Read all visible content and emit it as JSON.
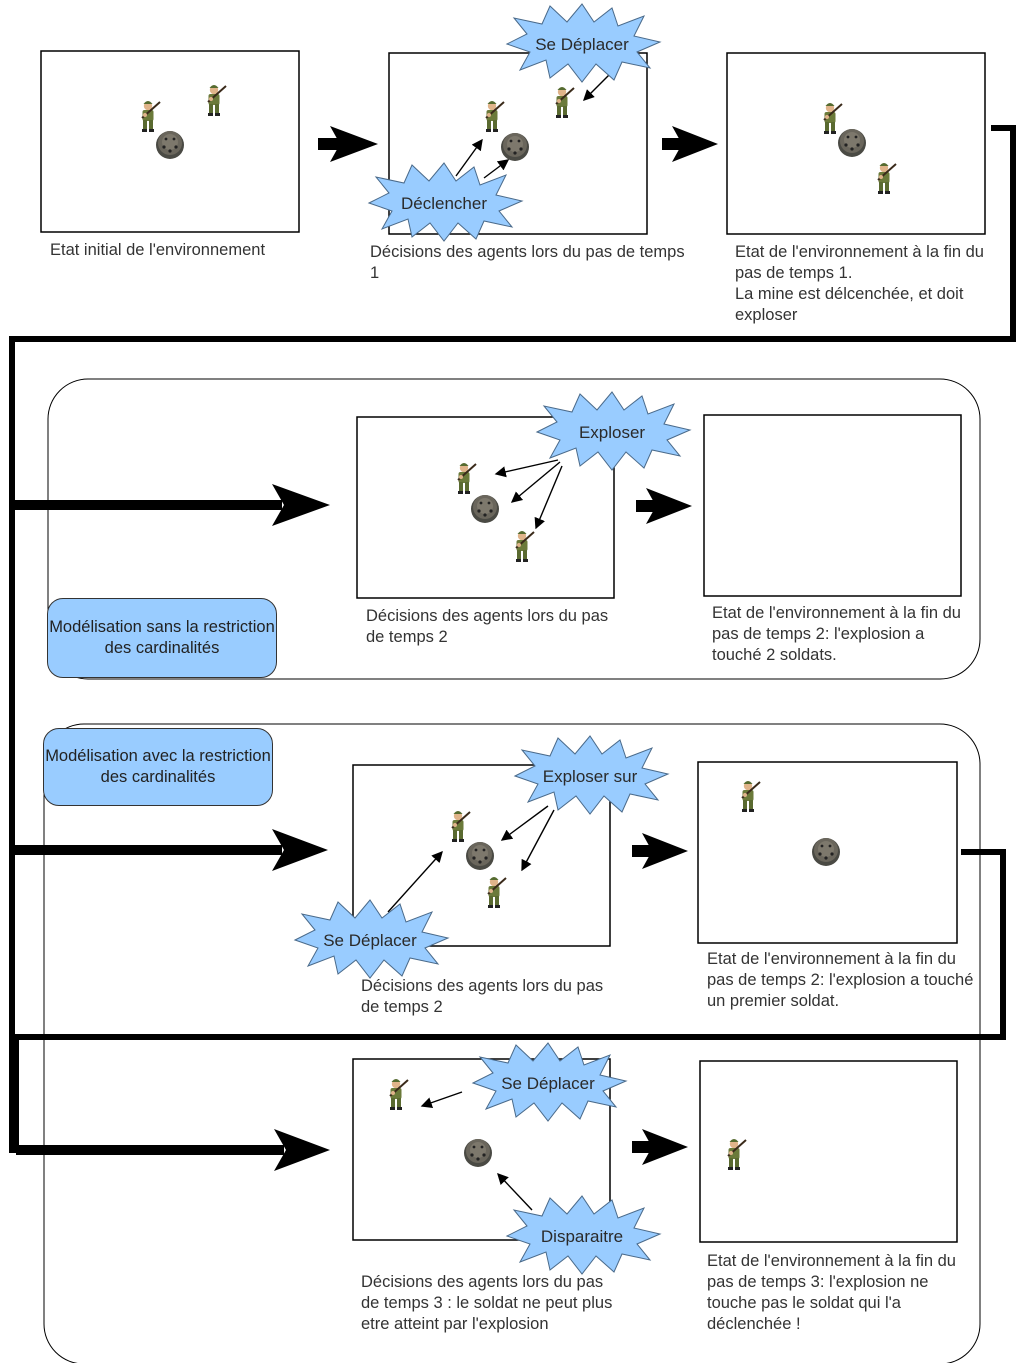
{
  "captions": {
    "step0": "Etat initial de l'environnement",
    "step1_decisions": "Décisions des agents lors du pas de temps 1",
    "step1_state": "Etat de l'environnement à la fin du pas de temps 1.\nLa mine est délcenchée, et doit exploser",
    "noconst_decisions": "Décisions des agents lors du pas de temps 2",
    "noconst_state": "Etat de l'environnement à la fin du pas de temps 2: l'explosion a touché 2 soldats.",
    "const_decisions2": "Décisions des agents lors du pas de temps 2",
    "const_state2": "Etat de l'environnement à la fin du pas de temps 2: l'explosion a touché un premier soldat.",
    "const_decisions3": "Décisions des agents lors du pas de temps 3 : le soldat ne peut plus etre atteint par l'explosion",
    "const_state3": "Etat de l'environnement à la fin du pas de temps 3: l'explosion ne touche pas le soldat qui l'a déclenchée !"
  },
  "bursts": {
    "se_deplacer_1": "Se Déplacer",
    "declencher": "Déclencher",
    "exploser": "Exploser",
    "exploser_sur": "Exploser sur",
    "se_deplacer_2": "Se Déplacer",
    "se_deplacer_3": "Se Déplacer",
    "disparaitre": "Disparaitre"
  },
  "badges": {
    "sans": "Modélisation sans la restriction des cardinalités",
    "avec": "Modélisation avec la restriction des cardinalités"
  },
  "colors": {
    "burst_fill": "#99ccff",
    "badge_fill": "#99ccff",
    "flow_line": "#000000",
    "soldier_green": "#6b7a3a",
    "mine_grey": "#4a4a44"
  },
  "icons": [
    "soldier-icon",
    "mine-icon",
    "burst-shape",
    "arrow-head"
  ]
}
